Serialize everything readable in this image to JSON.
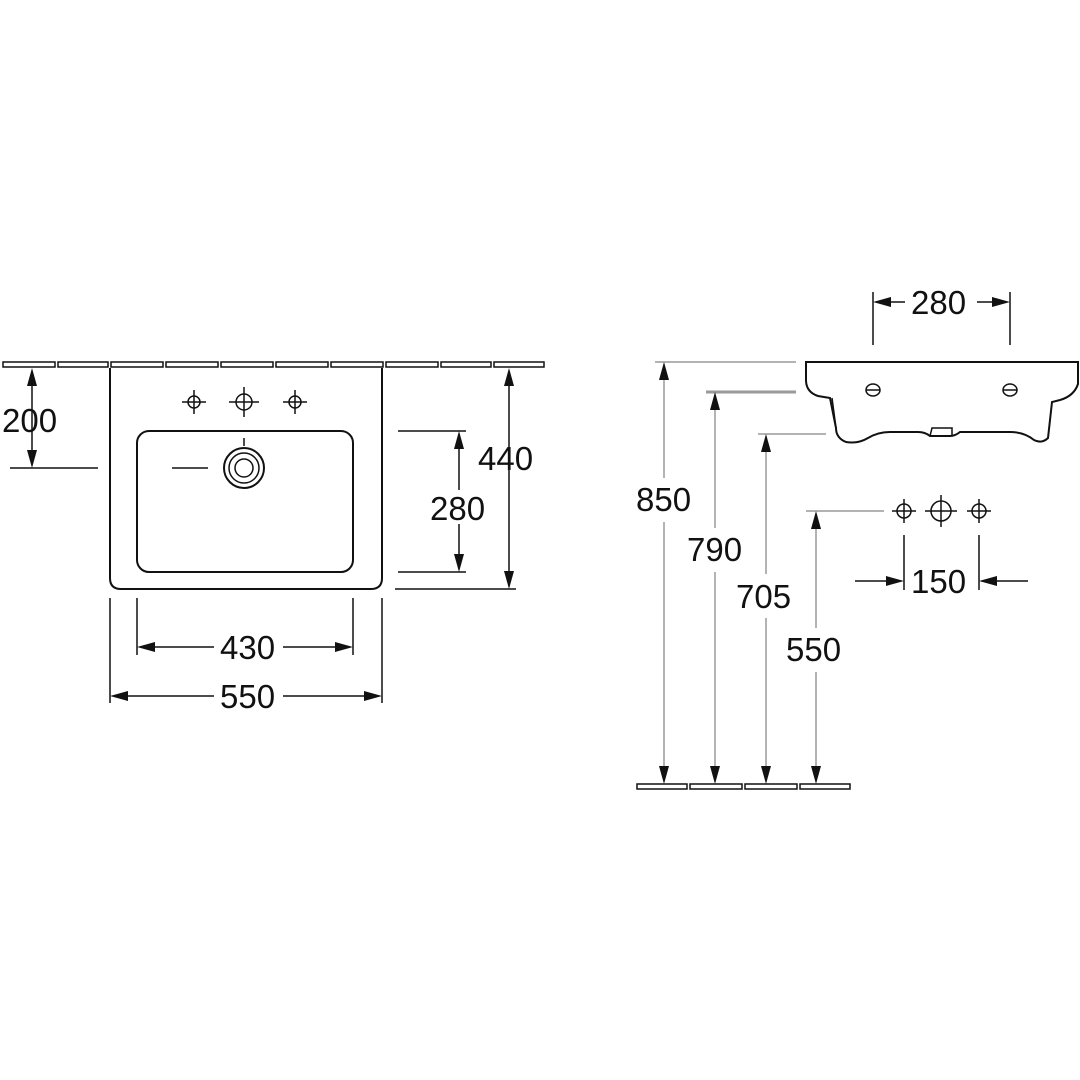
{
  "plan_view": {
    "overall_width": "550",
    "bowl_width": "430",
    "overall_depth": "440",
    "bowl_depth": "280",
    "tap_hole_offset": "200"
  },
  "side_view": {
    "rim_height": "850",
    "second_height": "790",
    "underside_height": "705",
    "wall_connection_height": "550",
    "fixing_spacing": "280",
    "connection_spacing": "150"
  },
  "colors": {
    "line": "#111111",
    "ghost": "#9a9a9a",
    "background": "#ffffff"
  },
  "icons": [
    "tap-hole-icon",
    "drain-icon",
    "fixing-hole-icon",
    "connection-icon"
  ]
}
